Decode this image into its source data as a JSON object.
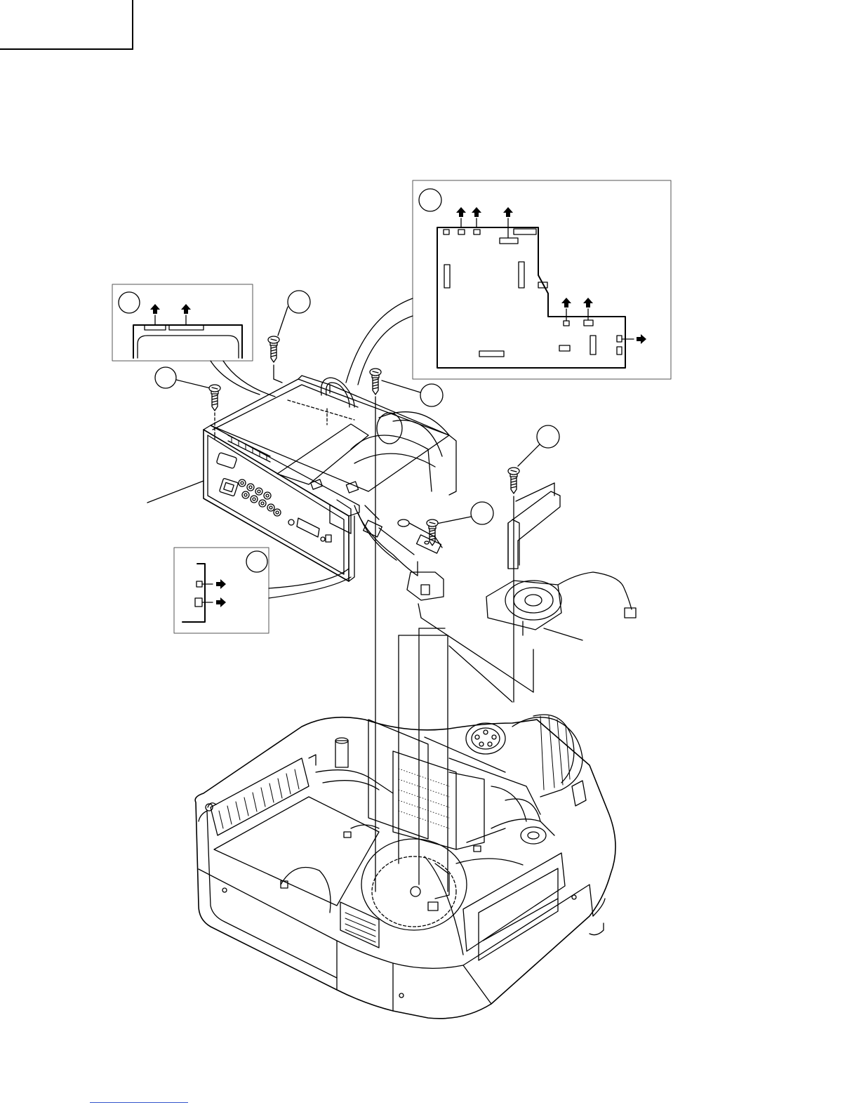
{
  "page": {
    "background": "#ffffff",
    "line_color": "#000000",
    "link_color": "#3355cc",
    "header_tab_text": "",
    "footer_link_text": ""
  },
  "callouts": [
    {
      "id": "callout-top-right-pcb",
      "label": ""
    },
    {
      "id": "callout-left-pcb",
      "label": ""
    },
    {
      "id": "callout-screw-top",
      "label": ""
    },
    {
      "id": "callout-screw-left",
      "label": ""
    },
    {
      "id": "callout-screw-center",
      "label": ""
    },
    {
      "id": "callout-screw-right",
      "label": ""
    },
    {
      "id": "callout-screw-mid",
      "label": ""
    },
    {
      "id": "callout-terminal-detail",
      "label": ""
    }
  ],
  "insets": {
    "top_right_board": {
      "arrows": "up",
      "connectors_up": 5,
      "connectors_right": 1
    },
    "left_board": {
      "arrows": "up",
      "connectors_up": 2
    },
    "terminal_detail": {
      "arrows": "right",
      "connectors_right": 2
    }
  },
  "parts": [
    "av-terminal-pcb-unit",
    "screws",
    "fan-bracket",
    "cooling-fan",
    "power-switch-assembly",
    "projector-cabinet",
    "lens-unit"
  ]
}
